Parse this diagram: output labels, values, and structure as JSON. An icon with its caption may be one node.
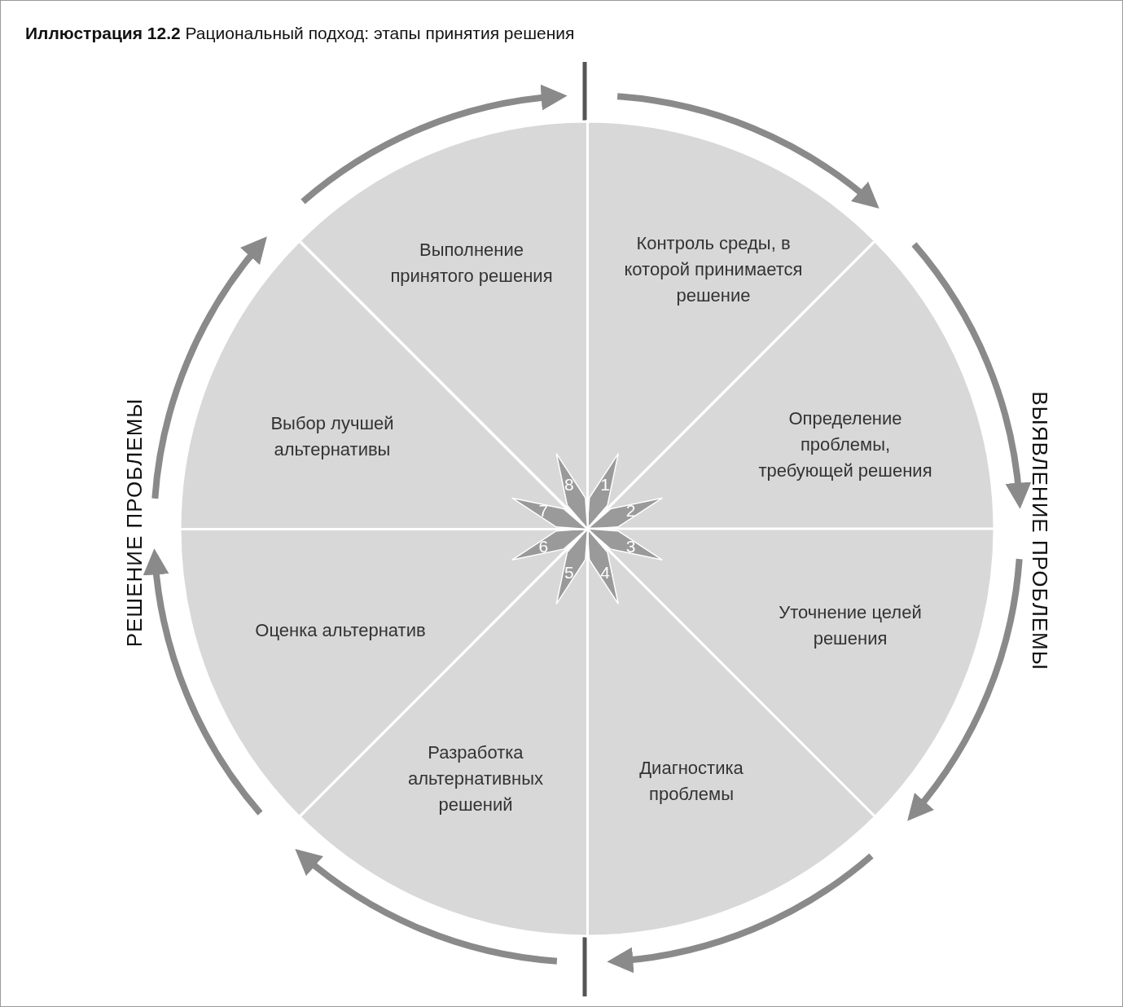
{
  "diagram": {
    "title": "**Иллюстрация 12.2** Рациональный подход: этапы принятия решения",
    "nodes": [
      {
        "text": [
          "1",
          "Контроль среды, в которой принимается решение"
        ]
      },
      {
        "text": [
          "2",
          "Определение проблемы, требующей решения"
        ]
      },
      {
        "text": [
          "3",
          "Уточнение целей решения"
        ]
      },
      {
        "text": [
          "4",
          "Диагностика проблемы"
        ]
      },
      {
        "text": [
          "5",
          "Разработка альтернативных решений"
        ]
      },
      {
        "text": [
          "6",
          "Оценка альтернатив"
        ]
      },
      {
        "text": [
          "7",
          "Выбор лучшей альтернативы"
        ]
      },
      {
        "text": [
          "8",
          "Выполнение принятого решения"
        ]
      }
    ],
    "labels": [
      "РЕШЕНИЕ ПРОБЛЕМЫ",
      "ВЫЯВЛЕНИЕ ПРОБЛЕМЫ"
    ]
  }
}
